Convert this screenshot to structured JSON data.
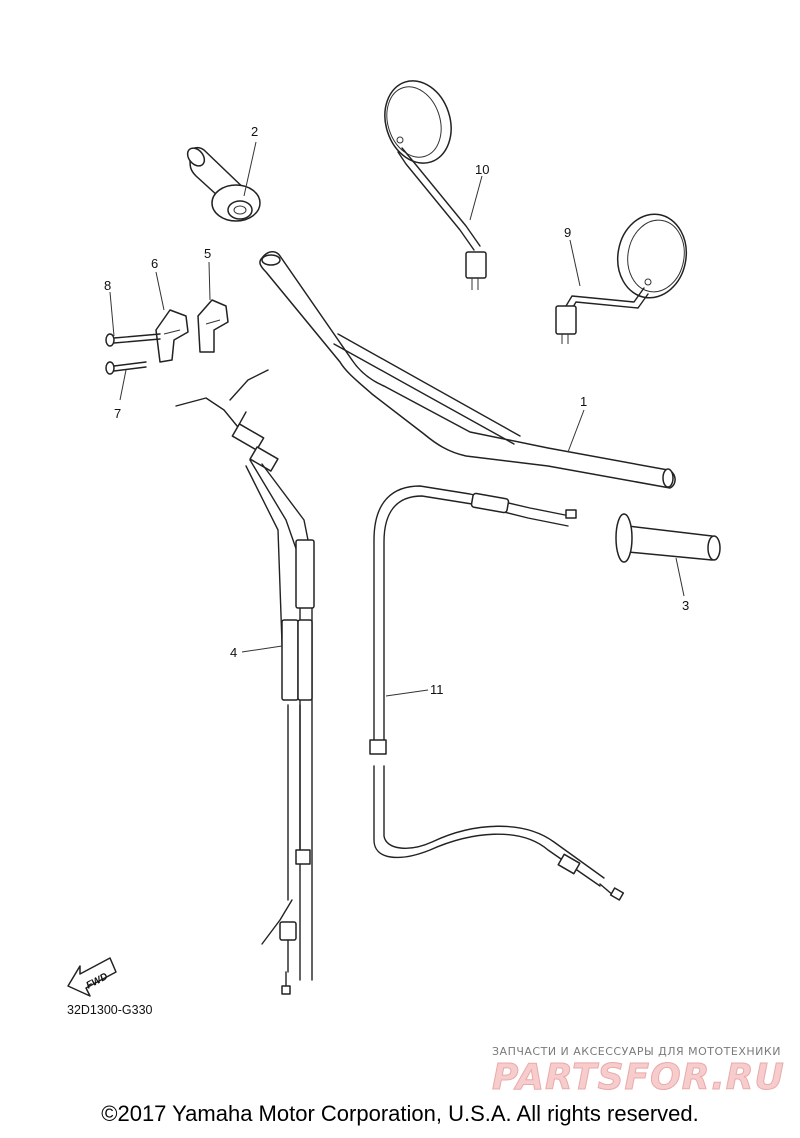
{
  "diagram": {
    "callouts": [
      {
        "id": "c1",
        "label": "1"
      },
      {
        "id": "c2",
        "label": "2"
      },
      {
        "id": "c3",
        "label": "3"
      },
      {
        "id": "c4",
        "label": "4"
      },
      {
        "id": "c5",
        "label": "5"
      },
      {
        "id": "c6",
        "label": "6"
      },
      {
        "id": "c7",
        "label": "7"
      },
      {
        "id": "c8",
        "label": "8"
      },
      {
        "id": "c9",
        "label": "9"
      },
      {
        "id": "c10",
        "label": "10"
      },
      {
        "id": "c11",
        "label": "11"
      }
    ],
    "fwd_label": "FWD",
    "drawing_code": "32D1300-G330"
  },
  "watermark": {
    "tagline": "ЗАПЧАСТИ И АКСЕССУАРЫ ДЛЯ МОТОТЕХНИКИ",
    "logo_text": "PARTSFOR.RU"
  },
  "footer": {
    "copyright": "©2017 Yamaha Motor Corporation, U.S.A. All rights reserved."
  }
}
